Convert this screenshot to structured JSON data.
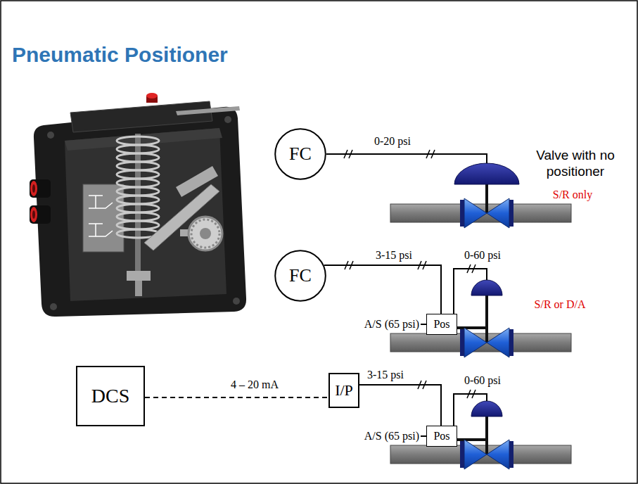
{
  "diagram": {
    "title": "Pneumatic Positioner",
    "nodes": [
      {
        "text": [
          "FC"
        ]
      },
      {
        "text": [
          "FC"
        ]
      },
      {
        "text": [
          "Pos"
        ]
      },
      {
        "text": [
          "DCS"
        ]
      },
      {
        "text": [
          "I/P"
        ]
      },
      {
        "text": [
          "Pos"
        ]
      }
    ],
    "edges": [
      {
        "from": 1,
        "to": 2,
        "label": "3-15 psi",
        "arrow": "none"
      },
      {
        "from": 3,
        "to": 4,
        "label": "4 – 20 mA",
        "arrow": "none"
      },
      {
        "from": 4,
        "to": 5,
        "label": "3-15 psi",
        "arrow": "none"
      }
    ],
    "labels": [
      "0-20 psi",
      "Valve with no positioner",
      "S/R only",
      "0-60 psi",
      "A/S (65 psi)",
      "S/R or D/A",
      "0-60 psi",
      "A/S (65 psi)"
    ]
  }
}
